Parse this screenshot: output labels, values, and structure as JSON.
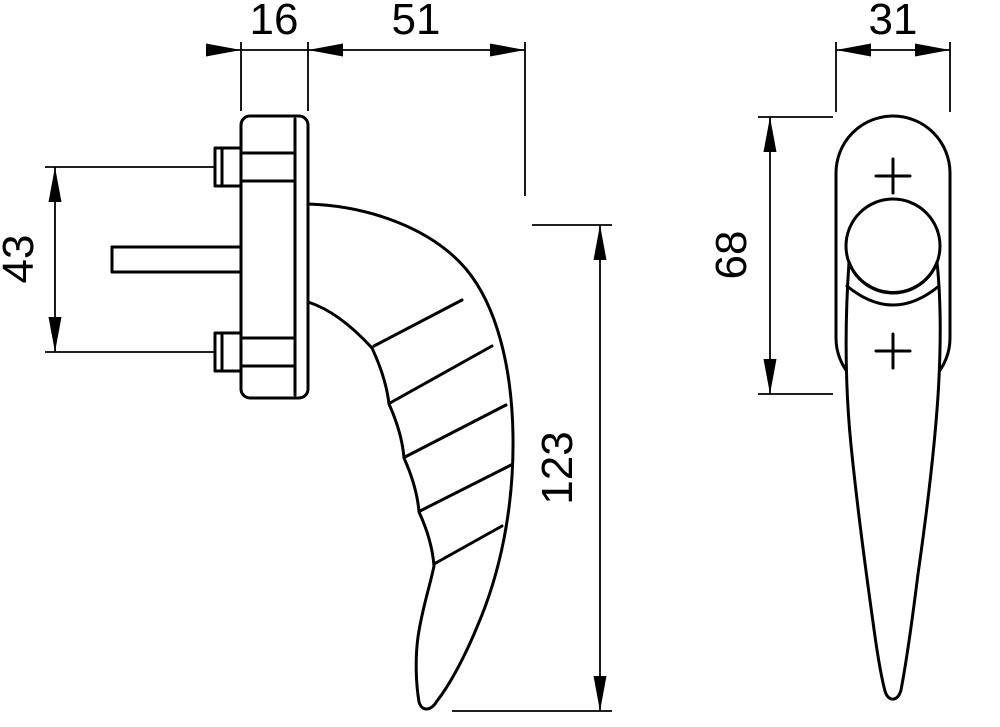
{
  "page": {
    "background_color": "#ffffff",
    "line_color": "#000000"
  },
  "dimensions": {
    "side_view": {
      "plate_thickness": "16",
      "handle_projection": "51",
      "screw_spacing": "43",
      "handle_height": "123"
    },
    "front_view": {
      "handle_width": "31",
      "rosette_length": "68"
    }
  }
}
